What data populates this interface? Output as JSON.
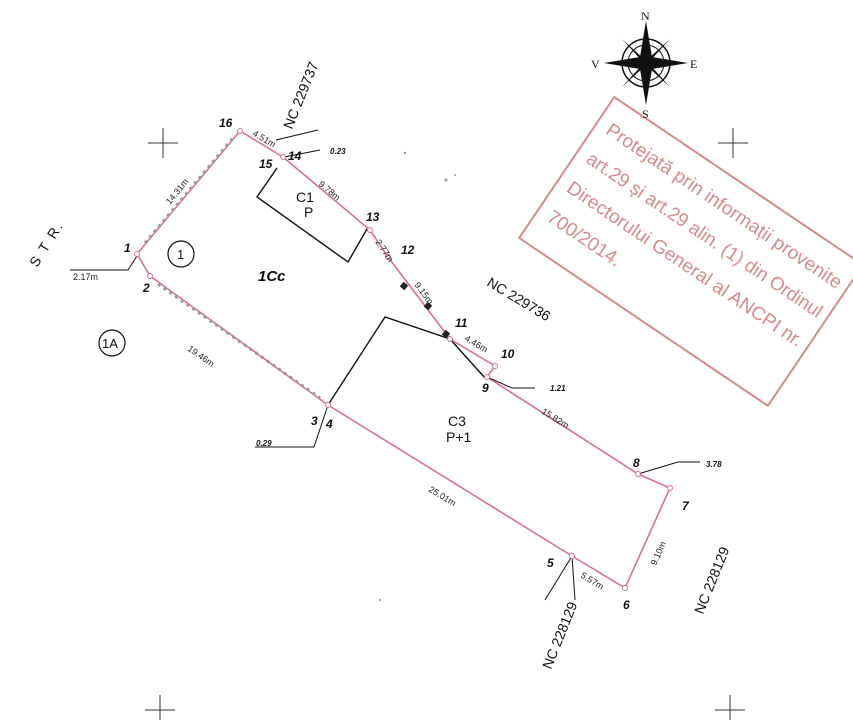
{
  "compass": {
    "n": "N",
    "s": "S",
    "e": "E",
    "w": "V"
  },
  "street": "S T R.",
  "parcels": {
    "main": "1Cc",
    "circle_1": "1",
    "circle_1a": "1A"
  },
  "neighbors": {
    "nc_229737": "NC 229737",
    "nc_229736": "NC 229736",
    "nc_228129_a": "NC 228129",
    "nc_228129_b": "NC 228129"
  },
  "buildings": {
    "c1": {
      "name": "C1",
      "floors": "P"
    },
    "c3": {
      "name": "C3",
      "floors": "P+1"
    }
  },
  "points": {
    "p1": "1",
    "p2": "2",
    "p3": "3",
    "p4": "4",
    "p5": "5",
    "p6": "6",
    "p7": "7",
    "p8": "8",
    "p9": "9",
    "p10": "10",
    "p11": "11",
    "p12": "12",
    "p13": "13",
    "p14": "14",
    "p15": "15",
    "p16": "16"
  },
  "dimensions": {
    "d_16_1": "14.31m",
    "d_16_15": "4.51m",
    "d_14_13": "9.78m",
    "d_13_12": "2.77m",
    "d_12_11": "9.15m",
    "d_11_10": "4.46m",
    "d_9_8": "15.82m",
    "d_7_6": "9.10m",
    "d_6_5": "5.57m",
    "d_4_5": "25.01m",
    "d_2_3": "19.46m",
    "d_1_2": "2.17m"
  },
  "offsets": {
    "o_14": "0.23",
    "o_9": "1.21",
    "o_4": "0.29",
    "o_8": "3.78"
  },
  "stamp_lines": [
    "Protejată prin informații provenite",
    "art.29 și art.29 alin. (1) din Ordinul",
    "Directorului General al ANCPI nr.",
    "700/2014."
  ],
  "colors": {
    "boundary": "#d9708f",
    "stamp": "#d68a8a",
    "line": "#111111"
  }
}
